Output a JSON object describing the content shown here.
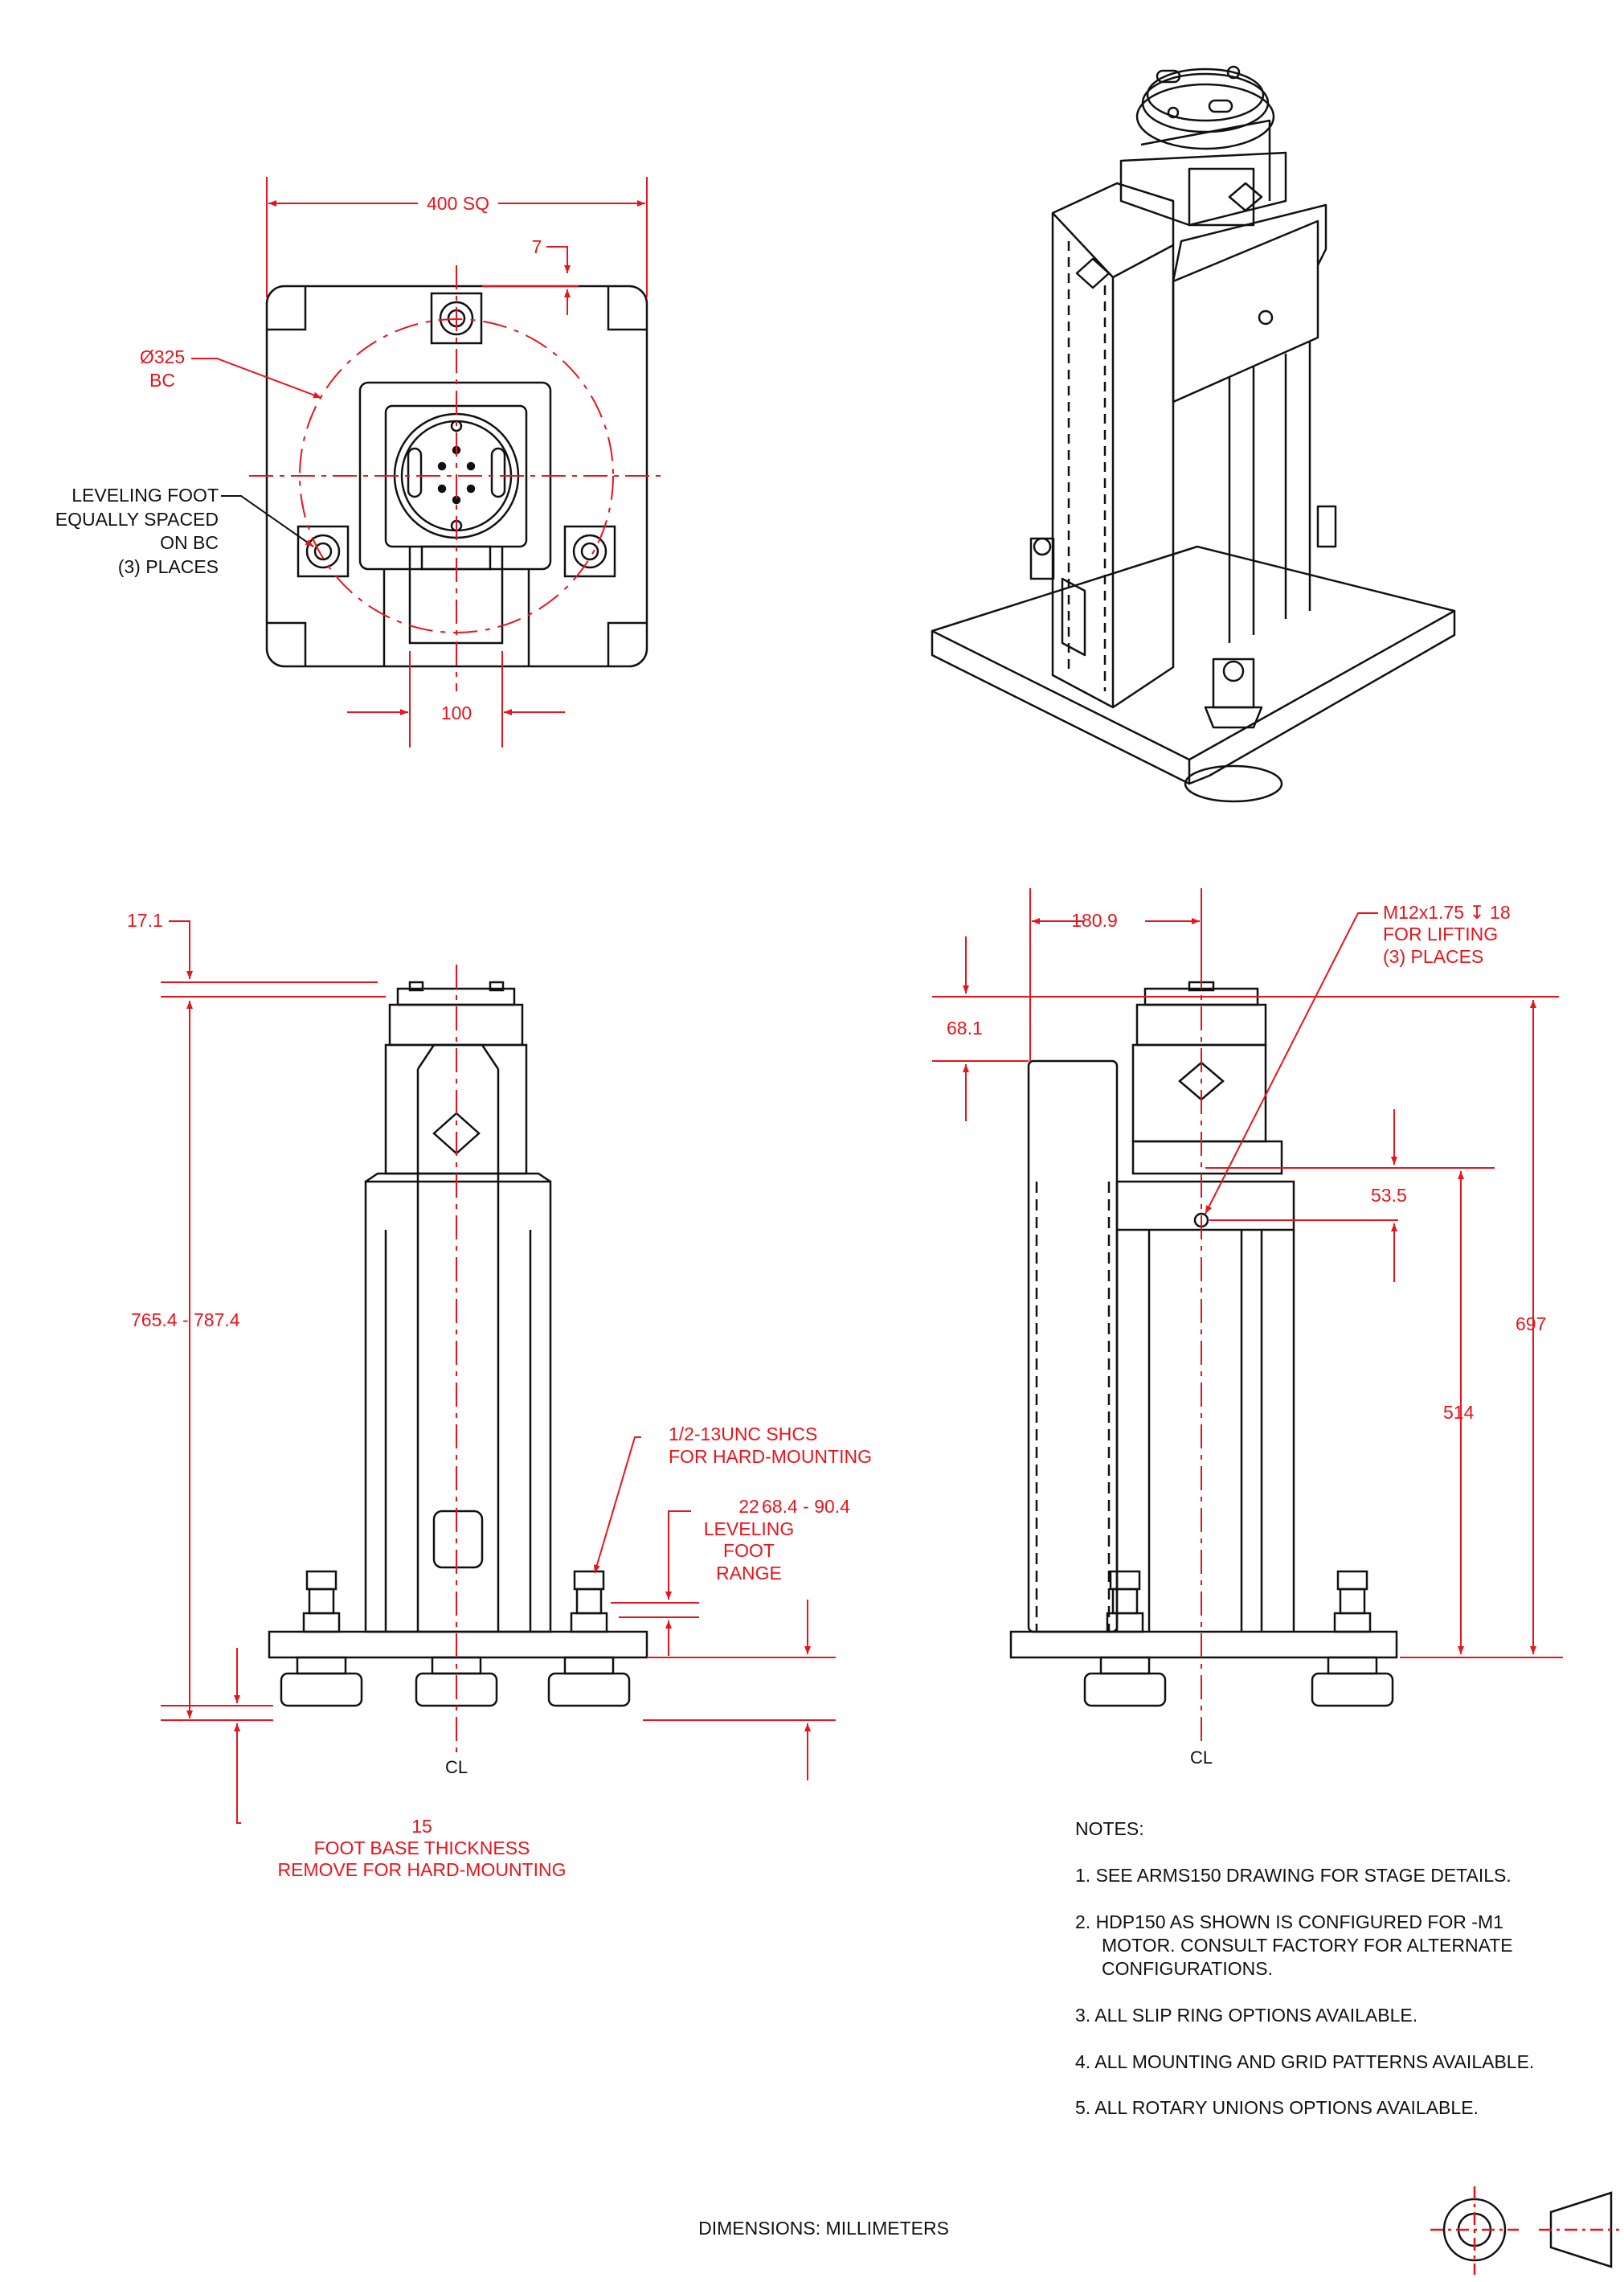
{
  "colors": {
    "dimension": "#e8141b",
    "part": "#111111",
    "background": "#ffffff"
  },
  "top_view": {
    "dim_width": "400 SQ",
    "dim_offset": "7",
    "bolt_circle_line1": "Ø325",
    "bolt_circle_line2": "BC",
    "leveling_note": [
      "LEVELING FOOT",
      "EQUALLY SPACED",
      "ON BC",
      "(3) PLACES"
    ],
    "dim_bottom": "100"
  },
  "front_view": {
    "dim_top": "17.1",
    "dim_height": "765.4 - 787.4",
    "screw_note": [
      "1/2-13UNC SHCS",
      "FOR HARD-MOUNTING"
    ],
    "leveling_range": [
      "22",
      "LEVELING",
      "FOOT",
      "RANGE"
    ],
    "dim_right": "68.4 - 90.4",
    "foot_note": [
      "15",
      "FOOT BASE THICKNESS",
      "REMOVE FOR HARD-MOUNTING"
    ],
    "centerline": "CL"
  },
  "side_view": {
    "dim_top": "180.9",
    "dim_left": "68.1",
    "lifting_note": [
      "M12x1.75 ↧ 18",
      "FOR LIFTING",
      "(3) PLACES"
    ],
    "dim_mid": "53.5",
    "dim_height_1": "697",
    "dim_height_2": "514",
    "centerline": "CL"
  },
  "notes": {
    "heading": "NOTES:",
    "items": [
      "1.  SEE ARMS150 DRAWING FOR STAGE DETAILS.",
      "2.  HDP150 AS SHOWN IS CONFIGURED FOR -M1",
      "MOTOR.  CONSULT FACTORY FOR ALTERNATE",
      "CONFIGURATIONS.",
      "3.  ALL SLIP RING OPTIONS AVAILABLE.",
      "4.  ALL MOUNTING AND GRID PATTERNS AVAILABLE.",
      "5.  ALL ROTARY UNIONS OPTIONS AVAILABLE."
    ]
  },
  "footer": {
    "units": "DIMENSIONS:  MILLIMETERS",
    "projection_symbol": "third-angle-projection-icon"
  }
}
